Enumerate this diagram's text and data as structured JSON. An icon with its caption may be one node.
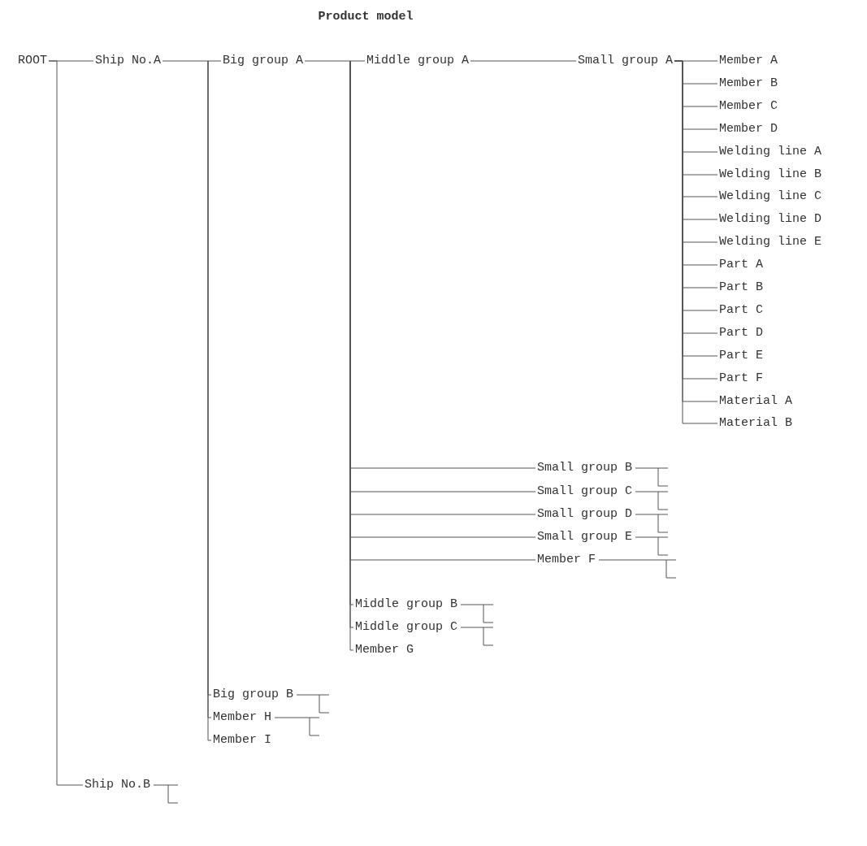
{
  "diagram": {
    "title": "Product model",
    "nodes": [
      {
        "text": [
          "ROOT"
        ]
      },
      {
        "text": [
          "Ship No.A"
        ]
      },
      {
        "text": [
          "Big group A"
        ]
      },
      {
        "text": [
          "Middle group A"
        ]
      },
      {
        "text": [
          "Small group A"
        ]
      },
      {
        "text": [
          "Member A"
        ]
      },
      {
        "text": [
          "Member B"
        ]
      },
      {
        "text": [
          "Member C"
        ]
      },
      {
        "text": [
          "Member D"
        ]
      },
      {
        "text": [
          "Welding line A"
        ]
      },
      {
        "text": [
          "Welding line B"
        ]
      },
      {
        "text": [
          "Welding line C"
        ]
      },
      {
        "text": [
          "Welding line D"
        ]
      },
      {
        "text": [
          "Welding line E"
        ]
      },
      {
        "text": [
          "Part A"
        ]
      },
      {
        "text": [
          "Part B"
        ]
      },
      {
        "text": [
          "Part C"
        ]
      },
      {
        "text": [
          "Part D"
        ]
      },
      {
        "text": [
          "Part E"
        ]
      },
      {
        "text": [
          "Part F"
        ]
      },
      {
        "text": [
          "Material A"
        ]
      },
      {
        "text": [
          "Material B"
        ]
      },
      {
        "text": [
          "Small group B"
        ]
      },
      {
        "text": [
          "Small group C"
        ]
      },
      {
        "text": [
          "Small group D"
        ]
      },
      {
        "text": [
          "Small group E"
        ]
      },
      {
        "text": [
          "Member F"
        ]
      },
      {
        "text": [
          "Middle group B"
        ]
      },
      {
        "text": [
          "Middle group C"
        ]
      },
      {
        "text": [
          "Member G"
        ]
      },
      {
        "text": [
          "Big group B"
        ]
      },
      {
        "text": [
          "Member H"
        ]
      },
      {
        "text": [
          "Member I"
        ]
      },
      {
        "text": [
          "Ship No.B"
        ]
      }
    ],
    "edges": [
      {
        "from": 0,
        "to": 1,
        "arrow": "none"
      },
      {
        "from": 0,
        "to": 33,
        "arrow": "none"
      },
      {
        "from": 1,
        "to": 2,
        "arrow": "none"
      },
      {
        "from": 2,
        "to": 3,
        "arrow": "none"
      },
      {
        "from": 2,
        "to": 30,
        "arrow": "none"
      },
      {
        "from": 2,
        "to": 31,
        "arrow": "none"
      },
      {
        "from": 2,
        "to": 32,
        "arrow": "none"
      },
      {
        "from": 3,
        "to": 4,
        "arrow": "none"
      },
      {
        "from": 3,
        "to": 22,
        "arrow": "none"
      },
      {
        "from": 3,
        "to": 23,
        "arrow": "none"
      },
      {
        "from": 3,
        "to": 24,
        "arrow": "none"
      },
      {
        "from": 3,
        "to": 25,
        "arrow": "none"
      },
      {
        "from": 3,
        "to": 26,
        "arrow": "none"
      },
      {
        "from": 3,
        "to": 27,
        "arrow": "none"
      },
      {
        "from": 3,
        "to": 28,
        "arrow": "none"
      },
      {
        "from": 3,
        "to": 29,
        "arrow": "none"
      },
      {
        "from": 4,
        "to": 5,
        "arrow": "none"
      },
      {
        "from": 4,
        "to": 6,
        "arrow": "none"
      },
      {
        "from": 4,
        "to": 7,
        "arrow": "none"
      },
      {
        "from": 4,
        "to": 8,
        "arrow": "none"
      },
      {
        "from": 4,
        "to": 9,
        "arrow": "none"
      },
      {
        "from": 4,
        "to": 10,
        "arrow": "none"
      },
      {
        "from": 4,
        "to": 11,
        "arrow": "none"
      },
      {
        "from": 4,
        "to": 12,
        "arrow": "none"
      },
      {
        "from": 4,
        "to": 13,
        "arrow": "none"
      },
      {
        "from": 4,
        "to": 14,
        "arrow": "none"
      },
      {
        "from": 4,
        "to": 15,
        "arrow": "none"
      },
      {
        "from": 4,
        "to": 16,
        "arrow": "none"
      },
      {
        "from": 4,
        "to": 17,
        "arrow": "none"
      },
      {
        "from": 4,
        "to": 18,
        "arrow": "none"
      },
      {
        "from": 4,
        "to": 19,
        "arrow": "none"
      },
      {
        "from": 4,
        "to": 20,
        "arrow": "none"
      },
      {
        "from": 4,
        "to": 21,
        "arrow": "none"
      },
      {
        "from": 22,
        "to": null,
        "arrow": "none"
      },
      {
        "from": 23,
        "to": null,
        "arrow": "none"
      },
      {
        "from": 24,
        "to": null,
        "arrow": "none"
      },
      {
        "from": 25,
        "to": null,
        "arrow": "none"
      },
      {
        "from": 26,
        "to": null,
        "arrow": "none"
      },
      {
        "from": 27,
        "to": null,
        "arrow": "none"
      },
      {
        "from": 28,
        "to": null,
        "arrow": "none"
      },
      {
        "from": 30,
        "to": null,
        "arrow": "none"
      },
      {
        "from": 31,
        "to": null,
        "arrow": "none"
      },
      {
        "from": 33,
        "to": null,
        "arrow": "none"
      }
    ]
  }
}
